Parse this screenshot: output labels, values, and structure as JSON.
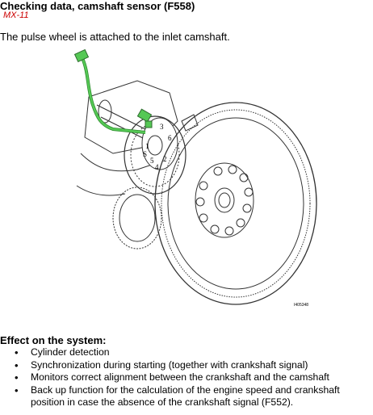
{
  "heading": {
    "title": "Checking data, camshaft sensor (F558)",
    "model": "MX-11"
  },
  "intro": "The pulse wheel is attached to the inlet camshaft.",
  "figure": {
    "id_label": "I405348",
    "pulse_wheel_marks": [
      "1",
      "2",
      "3",
      "4",
      "5",
      "6",
      "S"
    ],
    "colors": {
      "cable": "#55c855",
      "line": "#333333"
    }
  },
  "effects": {
    "heading": "Effect on the system:",
    "items": [
      "Cylinder detection",
      "Synchronization during starting (together with crankshaft signal)",
      "Monitors correct alignment between the crankshaft and the camshaft",
      "Back up function for the calculation of the engine speed and crankshaft position in case the absence of the crankshaft signal (F552)."
    ]
  }
}
